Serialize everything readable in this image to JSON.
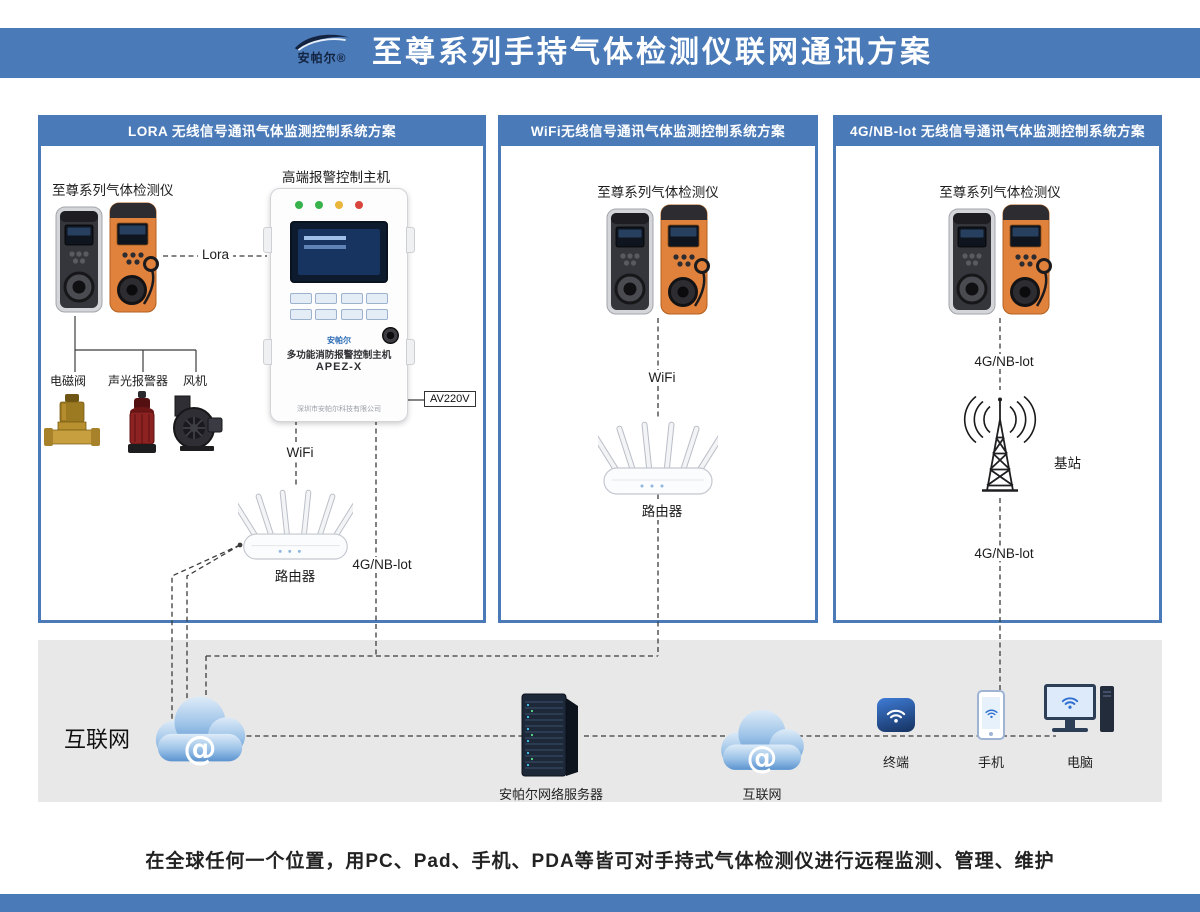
{
  "header": {
    "logo_text": "安帕尔®",
    "title": "至尊系列手持气体检测仪联网通讯方案"
  },
  "panels": [
    {
      "title": "LORA 无线信号通讯气体监测控制系统方案",
      "detector_label": "至尊系列气体检测仪",
      "controller_label": "高端报警控制主机",
      "link_label": "Lora",
      "controller": {
        "brand": "安帕尔",
        "name": "多功能消防报警控制主机",
        "model": "APEZ-X",
        "company": "深圳市安帕尔科技有限公司"
      },
      "power_label": "AV220V",
      "actuators": [
        "电磁阀",
        "声光报警器",
        "风机"
      ],
      "wifi_label": "WiFi",
      "router_label": "路由器",
      "nb_label": "4G/NB-lot"
    },
    {
      "title": "WiFi无线信号通讯气体监测控制系统方案",
      "detector_label": "至尊系列气体检测仪",
      "wifi_label": "WiFi",
      "router_label": "路由器"
    },
    {
      "title": "4G/NB-lot 无线信号通讯气体监测控制系统方案",
      "detector_label": "至尊系列气体检测仪",
      "nb_label_top": "4G/NB-lot",
      "station_label": "基站",
      "nb_label_bottom": "4G/NB-lot"
    }
  ],
  "bottom": {
    "internet_label": "互联网",
    "cloud_at": "@",
    "server_label": "安帕尔网络服务器",
    "cloud_label": "互联网",
    "terminal_label": "终端",
    "phone_label": "手机",
    "pc_label": "电脑"
  },
  "footer": {
    "description": "在全球任何一个位置，用PC、Pad、手机、PDA等皆可对手持式气体检测仪进行远程监测、管理、维护"
  },
  "colors": {
    "primary_blue": "#4a7ab8",
    "section_gray": "#e8e8e8",
    "detector_orange": "#e0813c",
    "cloud_blue": "#5b93cf"
  }
}
